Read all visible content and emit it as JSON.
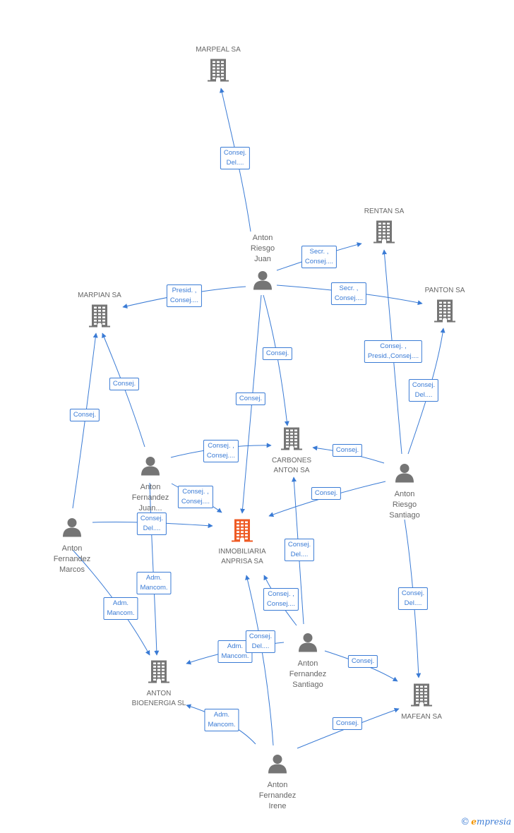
{
  "colors": {
    "edge": "#3a7bd5",
    "building": "#757575",
    "highlight": "#ee5a24",
    "person": "#757575",
    "label": "#666666"
  },
  "nodes": [
    {
      "id": "marpeal",
      "kind": "company",
      "label": "MARPEAL SA"
    },
    {
      "id": "rentan",
      "kind": "company",
      "label": "RENTAN SA"
    },
    {
      "id": "panton",
      "kind": "company",
      "label": "PANTON SA"
    },
    {
      "id": "marpian",
      "kind": "company",
      "label": "MARPIAN SA"
    },
    {
      "id": "carbones",
      "kind": "company",
      "label": "CARBONES\nANTON SA"
    },
    {
      "id": "inmobiliaria",
      "kind": "company",
      "label": "INMOBILIARIA\nANPRISA SA",
      "highlight": true
    },
    {
      "id": "bioenergia",
      "kind": "company",
      "label": "ANTON\nBIOENERGIA SL"
    },
    {
      "id": "mafean",
      "kind": "company",
      "label": "MAFEAN SA"
    },
    {
      "id": "juan",
      "kind": "person",
      "label": "Anton\nRiesgo\nJuan"
    },
    {
      "id": "santiago_r",
      "kind": "person",
      "label": "Anton\nRiesgo\nSantiago"
    },
    {
      "id": "juan_f",
      "kind": "person",
      "label": "Anton\nFernandez\nJuan..."
    },
    {
      "id": "marcos",
      "kind": "person",
      "label": "Anton\nFernandez\nMarcos"
    },
    {
      "id": "santiago_f",
      "kind": "person",
      "label": "Anton\nFernandez\nSantiago"
    },
    {
      "id": "irene",
      "kind": "person",
      "label": "Anton\nFernandez\nIrene"
    }
  ],
  "edge_labels": [
    "Consej.\nDel....",
    "Secr. ,\nConsej....",
    "Presid. ,\nConsej....",
    "Secr. ,\nConsej....",
    "Consej.",
    "Consej.",
    "Consej. ,\nPresid.,Consej....",
    "Consej.\nDel....",
    "Consej.",
    "Consej.",
    "Consej. ,\nConsej....",
    "Consej.",
    "Consej. ,\nConsej....",
    "Consej.",
    "Consej.\nDel....",
    "Consej.\nDel....",
    "Adm.\nMancom.",
    "Adm.\nMancom.",
    "Consej.\nDel....",
    "Consej. ,\nConsej....",
    "Adm.\nMancom.",
    "Consej.\nDel....",
    "Consej.",
    "Adm.\nMancom.",
    "Consej."
  ],
  "brand": {
    "copyright": "©",
    "initial": "e",
    "rest": "mpresia"
  }
}
